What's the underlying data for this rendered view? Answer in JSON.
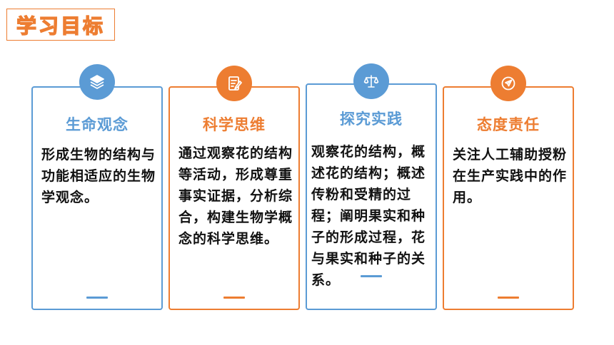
{
  "header": {
    "title": "学习目标"
  },
  "colors": {
    "blue": "#5B9BD5",
    "orange": "#ED7D31"
  },
  "cards": [
    {
      "title": "生命观念",
      "icon": "layers-icon",
      "color": "blue",
      "text": "形成生物的结构与功能相适应的生物学观念。"
    },
    {
      "title": "科学思维",
      "icon": "notepad-icon",
      "color": "orange",
      "text": "通过观察花的结构等活动，形成尊重事实证据，分析综合，构建生物学概念的科学思维。"
    },
    {
      "title": "探究实践",
      "icon": "balance-scale-icon",
      "color": "blue",
      "text": "观察花的结构，概述花的结构；概述传粉和受精的过程；阐明果实和种子的形成过程，花与果实和种子的关系。"
    },
    {
      "title": "态度责任",
      "icon": "paper-plane-icon",
      "color": "orange",
      "text": "关注人工辅助授粉在生产实践中的作用。"
    }
  ]
}
